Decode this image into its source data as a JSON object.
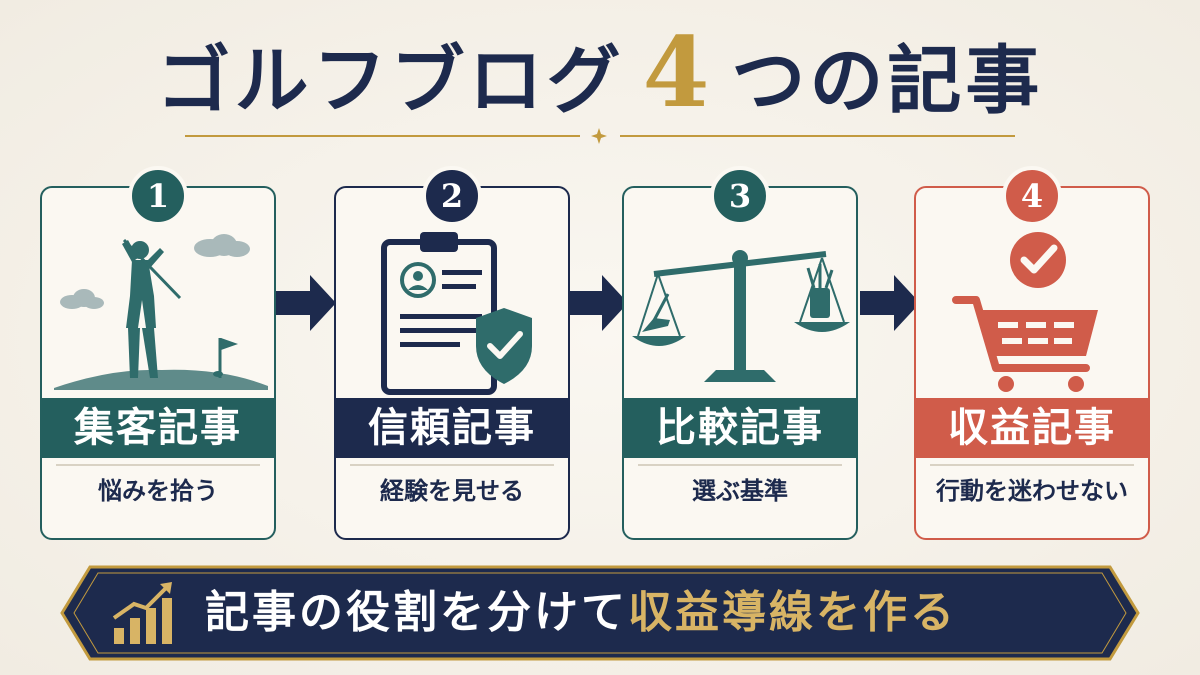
{
  "title": {
    "before": "ゴルフブログ",
    "number": "4",
    "after": "つの記事"
  },
  "cards": [
    {
      "number": "1",
      "label": "集客記事",
      "sub": "悩みを拾う",
      "color": "#245f5e"
    },
    {
      "number": "2",
      "label": "信頼記事",
      "sub": "経験を見せる",
      "color": "#1d2a4d"
    },
    {
      "number": "3",
      "label": "比較記事",
      "sub": "選ぶ基準",
      "color": "#245f5e"
    },
    {
      "number": "4",
      "label": "収益記事",
      "sub": "行動を迷わせない",
      "color": "#d05c4a"
    }
  ],
  "banner": {
    "text_main": "記事の役割を分けて",
    "text_accent": "収益導線を作る"
  },
  "colors": {
    "navy": "#1d2a4d",
    "teal": "#245f5e",
    "coral": "#d05c4a",
    "gold": "#c29a3e"
  },
  "icons": [
    "golfer-icon",
    "clipboard-shield-icon",
    "balance-scale-icon",
    "shopping-cart-check-icon",
    "growth-chart-icon"
  ]
}
